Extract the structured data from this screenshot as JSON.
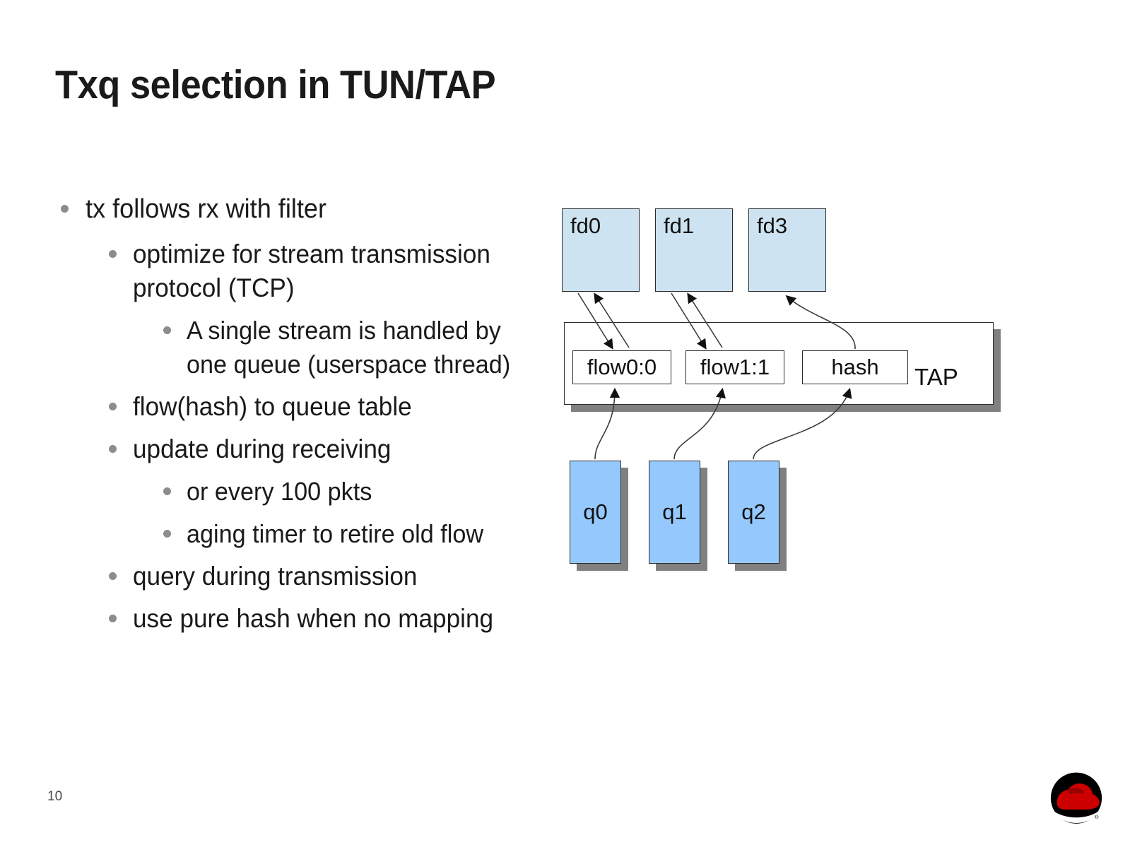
{
  "slide": {
    "title": "Txq selection in TUN/TAP",
    "page_number": "10",
    "logo_name": "red-hat-shadowman-logo"
  },
  "bullets": [
    {
      "level": 1,
      "text": "tx follows rx with filter"
    },
    {
      "level": 2,
      "text": "optimize for stream transmission protocol (TCP)"
    },
    {
      "level": 3,
      "text": "A single stream is handled by one queue (userspace thread)"
    },
    {
      "level": 2,
      "text": "flow(hash) to queue table"
    },
    {
      "level": 2,
      "text": "update during receiving"
    },
    {
      "level": 3,
      "text": "or every 100 pkts"
    },
    {
      "level": 3,
      "text": "aging timer to retire old flow"
    },
    {
      "level": 2,
      "text": "query during transmission"
    },
    {
      "level": 2,
      "text": "use pure hash when no mapping"
    }
  ],
  "diagram": {
    "fds": [
      {
        "label": "fd0"
      },
      {
        "label": "fd1"
      },
      {
        "label": "fd3"
      }
    ],
    "tap_label": "TAP",
    "flows": [
      {
        "label": "flow0:0"
      },
      {
        "label": "flow1:1"
      },
      {
        "label": "hash"
      }
    ],
    "queues": [
      {
        "label": "q0"
      },
      {
        "label": "q1"
      },
      {
        "label": "q2"
      }
    ],
    "colors": {
      "fd_fill": "#cee3f1",
      "queue_fill": "#95c9fd",
      "shadow": "#808080",
      "stroke": "#2b2b2b",
      "tap_fill": "#ffffff"
    }
  }
}
